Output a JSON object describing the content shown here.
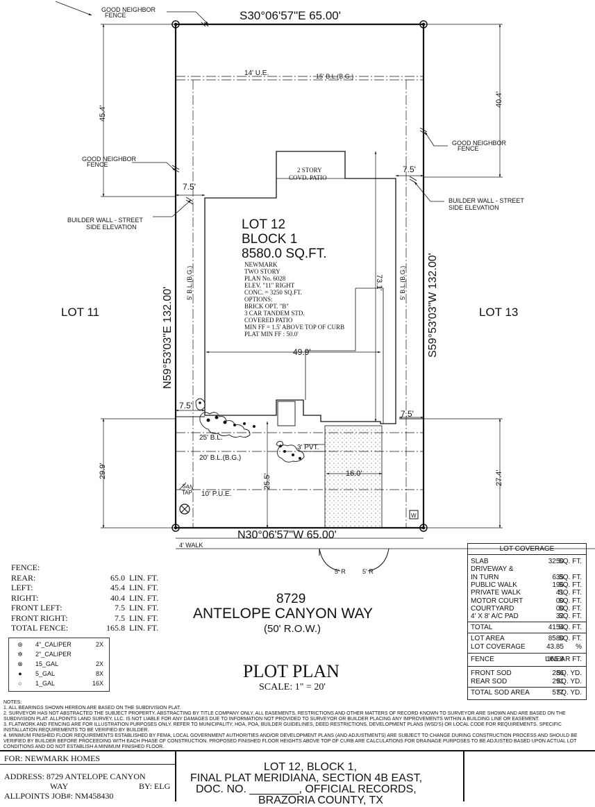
{
  "plan": {
    "top_bearing": "S30°06'57\"E   65.00'",
    "bottom_bearing": "N30°06'57\"W   65.00'",
    "left_bearing": "N59°53'03\"E   132.00'",
    "right_bearing": "S59°53'03\"W   132.00'",
    "lot_left": "LOT 11",
    "lot_right": "LOT 13",
    "lot_title_1": "LOT 12",
    "lot_title_2": "BLOCK 1",
    "lot_title_3": "8580.0  SQ.FT.",
    "house_notes": [
      "NEWMARK",
      "TWO STORY",
      "PLAN No. 6028",
      "ELEV. \"11\" RIGHT",
      "CONC. = 3250 SQ.FT.",
      "OPTIONS:",
      "BRICK OPT. \"B\"",
      "3 CAR TANDEM STD.",
      "COVERED PATIO",
      "MIN FF = 1.5' ABOVE TOP OF CURB",
      "PLAT MIN FF : 50.0'"
    ],
    "patio_label_1": "2 STORY",
    "patio_label_2": "COVD. PATIO",
    "ue": "14' U.E.",
    "bl_rear": "15' B.L.(B.G.)",
    "good_neighbor_top_1": "GOOD NEIGHBOR",
    "good_neighbor_top_2": "FENCE",
    "good_neighbor_left_1": "GOOD NEIGHBOR",
    "good_neighbor_left_2": "FENCE",
    "good_neighbor_right_1": "GOOD NEIGHBOR",
    "good_neighbor_right_2": "FENCE",
    "builder_wall_left_1": "BUILDER WALL - STREET",
    "builder_wall_left_2": "SIDE ELEVATION",
    "builder_wall_right_1": "BUILDER WALL - STREET",
    "builder_wall_right_2": "SIDE ELEVATION",
    "dim_454": "45.4'",
    "dim_404": "40.4'",
    "dim_75_ul": "7.5'",
    "dim_75_ur": "7.5'",
    "dim_75_ll": "7.5'",
    "dim_75_lr": "7.5'",
    "dim_731": "73.1'",
    "dim_499": "49.9'",
    "dim_299": "29.9'",
    "dim_274": "27.4'",
    "dim_255": "25.5'",
    "dim_160": "16.0'",
    "bl_side_left": "5' B.L.(B.G.)",
    "bl_side_right": "5' B.L.(B.G.)",
    "bl_25": "25' B.L.",
    "bl_20": "20' B.L.(B.G.)",
    "pvt": "3' PVT.",
    "pue": "10' P.U.E.",
    "san_1": "SAN",
    "san_2": "TAP",
    "walk": "4' WALK",
    "r_left": "5' R",
    "r_right": "5' R",
    "w_box": "W"
  },
  "street": {
    "number": "8729",
    "name": "ANTELOPE CANYON WAY",
    "row": "(50' R.O.W.)"
  },
  "plot_plan": {
    "title": "PLOT PLAN",
    "scale": "SCALE: 1\" = 20'"
  },
  "fence": {
    "heading": "FENCE:",
    "rows": [
      {
        "label": "REAR:",
        "value": "65.0",
        "unit": "LIN. FT."
      },
      {
        "label": "LEFT:",
        "value": "45.4",
        "unit": "LIN. FT."
      },
      {
        "label": "RIGHT:",
        "value": "40.4",
        "unit": "LIN. FT."
      },
      {
        "label": "FRONT LEFT:",
        "value": "7.5",
        "unit": "LIN. FT."
      },
      {
        "label": "FRONT RIGHT:",
        "value": "7.5",
        "unit": "LIN. FT."
      },
      {
        "label": "TOTAL FENCE:",
        "value": "165.8",
        "unit": "LIN. FT."
      }
    ]
  },
  "legend": [
    {
      "sym": "⊛",
      "name": "4\"_CALIPER",
      "qty": "2X"
    },
    {
      "sym": "✲",
      "name": "2\"_CALIPER",
      "qty": ""
    },
    {
      "sym": "⊗",
      "name": "15_GAL",
      "qty": "2X"
    },
    {
      "sym": "●",
      "name": "5_GAL",
      "qty": "8X"
    },
    {
      "sym": "○",
      "name": "1_GAL",
      "qty": "16X"
    }
  ],
  "coverage": {
    "title": "LOT COVERAGE",
    "rows": [
      {
        "name": "SLAB",
        "value": "3250",
        "unit": "SQ. FT."
      },
      {
        "name": "DRIVEWAY &",
        "value": "",
        "unit": ""
      },
      {
        "name": "IN TURN",
        "value": "635",
        "unit": "SQ. FT."
      },
      {
        "name": "PUBLIC WALK",
        "value": "196",
        "unit": "SQ. FT."
      },
      {
        "name": "PRIVATE WALK",
        "value": "41",
        "unit": "SQ. FT."
      },
      {
        "name": "MOTOR COURT",
        "value": "00",
        "unit": "SQ. FT."
      },
      {
        "name": "COURTYARD",
        "value": "00",
        "unit": "SQ. FT."
      },
      {
        "name": "4' X 8' A/C PAD",
        "value": "32",
        "unit": "SQ. FT."
      }
    ],
    "total": {
      "name": "TOTAL",
      "value": "4154",
      "unit": "SQ. FT."
    },
    "lot_area": {
      "name": "LOT AREA",
      "value": "8580",
      "unit": "SQ. FT."
    },
    "lot_coverage": {
      "name": "LOT COVERAGE",
      "value": "43.85",
      "unit": "%"
    },
    "fence": {
      "name": "FENCE",
      "value": "165.8",
      "unit": "LINEAR FT."
    },
    "front_sod": {
      "name": "FRONT SOD",
      "value": "286",
      "unit": "SQ. YD."
    },
    "rear_sod": {
      "name": "REAR SOD",
      "value": "291",
      "unit": "SQ. YD."
    },
    "total_sod": {
      "name": "TOTAL SOD AREA",
      "value": "577",
      "unit": "SQ. YD."
    }
  },
  "notes": {
    "heading": "NOTES:",
    "items": [
      "1. ALL BEARINGS SHOWN HEREON ARE BASED ON THE SUBDIVISION PLAT.",
      "2. SURVEYOR HAS NOT ABSTRACTED THE SUBJECT PROPERTY. ABSTRACTING BY TITLE COMPANY ONLY. ALL EASEMENTS, RESTRICTIONS AND OTHER MATTERS OF RECORD KNOWN TO SURVEYOR ARE SHOWN AND ARE BASED ON THE SUBDIVISION PLAT. ALLPOINTS LAND SURVEY, LLC. IS NOT LIABLE FOR ANY DAMAGES DUE TO INFORMATION NOT PROVIDED TO SURVEYOR OR BUILDER PLACING ANY IMPROVEMENTS WITHIN A BUILDING LINE OR EASEMENT.",
      "3. FLATWORK AND FENCING ARE FOR ILLUSTRATION PURPOSES ONLY. REFER TO MUNICIPALITY, HOA, POA, BUILDER GUIDELINES, DEED RESTRICTIONS, DEVELOPMENT PLANS (WSD'S) OR LOCAL CODE FOR REQUIREMENTS. SPECIFIC INSTALLATION REQUIREMENTS TO BE VERIFIED BY BUILDER.",
      "4. MINIMUM FINISHED FLOOR REQUIREMENTS ESTABLISHED BY FEMA, LOCAL GOVERNMENT AUTHORITIES AND/OR DEVELOPMENT PLANS (AND ADJUSTMENTS) ARE SUBJECT TO CHANGE DURING CONSTRUCTION PROCESS AND SHOULD BE VERIFIED BY BUILDER BEFORE PROCEEDING WITH EACH PHASE OF CONSTRUCTION. PROPOSED FINISHED FLOOR HEIGHTS ABOVE TOP OF CURB ARE CALCULATIONS FOR DRAINAGE PURPOSES TO BE ADJUSTED BASED UPON ACTUAL LOT CONDITIONS AND DO NOT ESTABLISH A MINIMUM FINISHED FLOOR."
    ]
  },
  "title_block": {
    "for": "FOR:  NEWMARK HOMES",
    "address_1": "ADDRESS: 8729 ANTELOPE CANYON",
    "address_2": "WAY",
    "by": "BY: ELG",
    "job": "ALLPOINTS JOB#: NM458430",
    "desc_1": "LOT 12, BLOCK 1,",
    "desc_2": "FINAL PLAT MERIDIANA, SECTION 4B EAST,",
    "desc_3": "DOC. NO. ________, OFFICIAL RECORDS,",
    "desc_4": "BRAZORIA COUNTY, TX"
  }
}
